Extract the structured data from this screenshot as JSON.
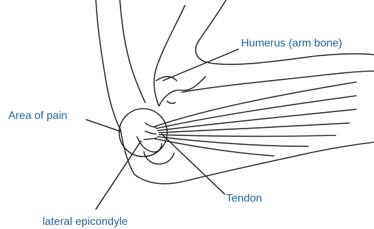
{
  "labels": {
    "humerus": "Humerus (arm bone)",
    "area_of_pain": "Area of pain",
    "tendon": "Tendon",
    "lateral_epicondyle": "lateral epicondyle"
  },
  "colors": {
    "label_text": "#1f5fa0",
    "line_art": "#222222"
  }
}
